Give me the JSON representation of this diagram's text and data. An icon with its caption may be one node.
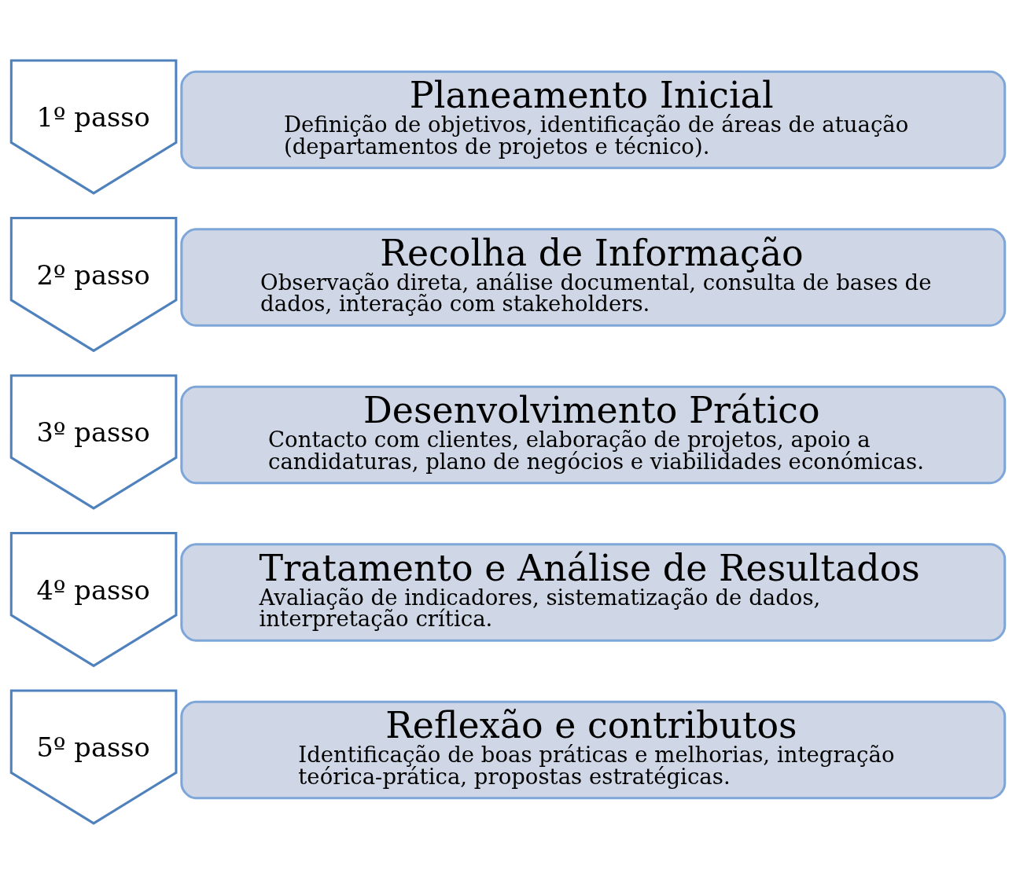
{
  "diagram": {
    "nodes": [
      {
        "text": [
          "1º passo"
        ]
      },
      {
        "text": [
          "Planeamento Inicial",
          "Definição de objetivos, identificação de áreas de atuação (departamentos de projetos e técnico)."
        ]
      },
      {
        "text": [
          "2º passo"
        ]
      },
      {
        "text": [
          "Recolha de Informação",
          "Observação direta, análise documental, consulta de bases de dados, interação com stakeholders."
        ]
      },
      {
        "text": [
          "3º passo"
        ]
      },
      {
        "text": [
          "Desenvolvimento Prático",
          "Contacto com clientes, elaboração de projetos, apoio a candidaturas, plano de negócios e viabilidades económicas."
        ]
      },
      {
        "text": [
          "4º passo"
        ]
      },
      {
        "text": [
          "Tratamento e Análise de Resultados",
          "Avaliação de indicadores, sistematização de dados, interpretação crítica."
        ]
      },
      {
        "text": [
          "5º passo"
        ]
      },
      {
        "text": [
          "Reflexão e contributos",
          "Identificação de boas práticas e melhorias, integração teórica-prática, propostas estratégicas."
        ]
      }
    ]
  }
}
